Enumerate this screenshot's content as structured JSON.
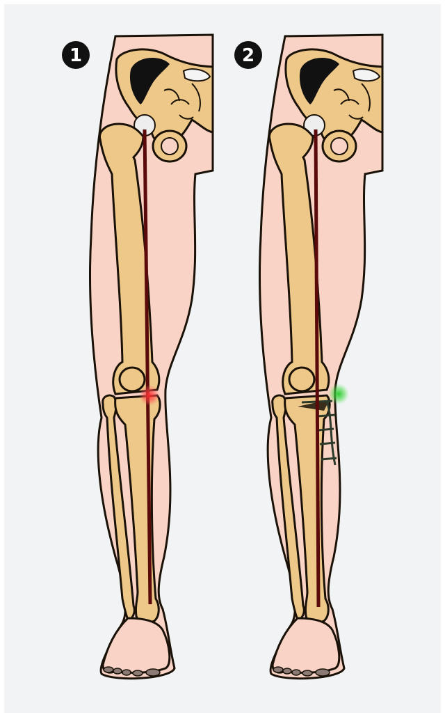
{
  "panels": [
    {
      "id": "before",
      "badge": "1",
      "knee_marker": "red"
    },
    {
      "id": "after",
      "badge": "2",
      "knee_marker": "green",
      "has_osteotomy_plate": true
    }
  ],
  "colors": {
    "background": "#F2F3F5",
    "skin": "#F9D3C5",
    "bone": "#EDC888",
    "bone_outline": "#1A1208",
    "axis_line": "#5A0A0A",
    "marker_red": "#E53030",
    "marker_green": "#3CC83C",
    "plate": "#2B3A2A",
    "badge_fill": "#111111",
    "badge_text": "#FFFFFF"
  }
}
